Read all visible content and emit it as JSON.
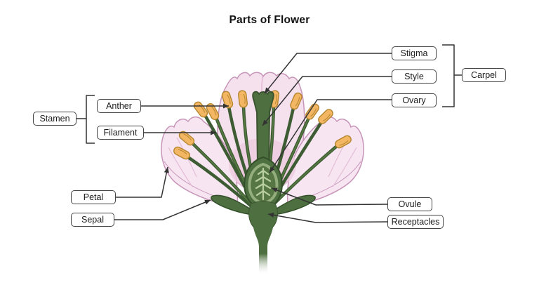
{
  "title": "Parts of Flower",
  "labels": {
    "stigma": "Stigma",
    "style": "Style",
    "ovary": "Ovary",
    "carpel": "Carpel",
    "anther": "Anther",
    "filament": "Filament",
    "stamen": "Stamen",
    "petal": "Petal",
    "sepal": "Sepal",
    "ovule": "Ovule",
    "receptacles": "Receptacles"
  },
  "colors": {
    "background": "#ffffff",
    "petal_fill": "#f5e0ee",
    "petal_fill_light": "#f7e6f2",
    "petal_shade": "#eecade",
    "petal_outline": "#c795b8",
    "green_main": "#4e7040",
    "green_dark": "#3b5530",
    "green_ring": "#93ad7c",
    "vein_light": "#b9cfa2",
    "anther_fill": "#f3b763",
    "anther_outline": "#b5852f",
    "filament_green": "#3e5c33",
    "line_color": "#333333",
    "box_border": "#454545",
    "text_color": "#1c1c1c"
  }
}
